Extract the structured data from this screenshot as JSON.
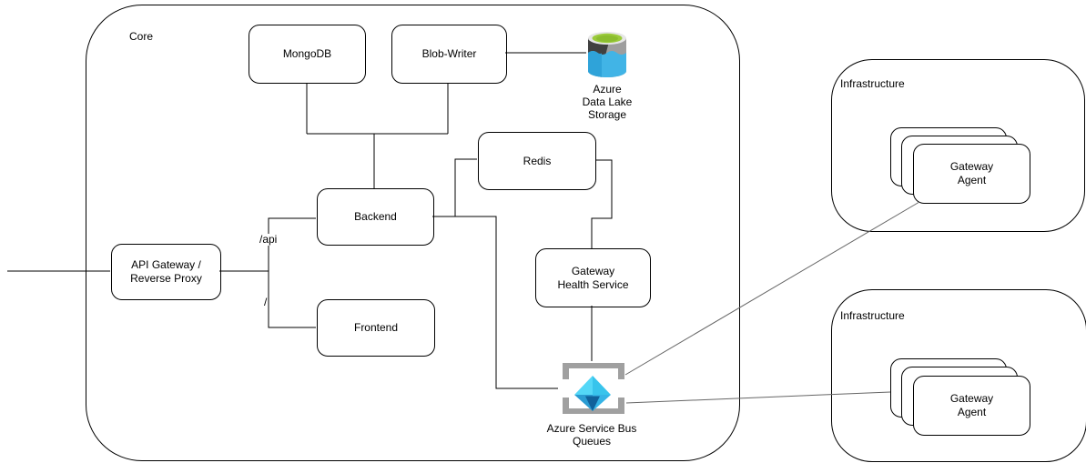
{
  "diagram": {
    "core": {
      "label": "Core"
    },
    "infrastructure_top": {
      "label": "Infrastructure"
    },
    "infrastructure_bottom": {
      "label": "Infrastructure"
    },
    "nodes": {
      "mongodb": {
        "label": "MongoDB"
      },
      "blob_writer": {
        "label": "Blob-Writer"
      },
      "redis": {
        "label": "Redis"
      },
      "backend": {
        "label": "Backend"
      },
      "api_gateway": {
        "label": "API Gateway /\nReverse Proxy"
      },
      "frontend": {
        "label": "Frontend"
      },
      "gateway_health_service": {
        "label": "Gateway\nHealth Service"
      },
      "gateway_agent_top": {
        "label": "Gateway\nAgent"
      },
      "gateway_agent_bottom": {
        "label": "Gateway\nAgent"
      }
    },
    "icons": {
      "azure_data_lake_storage": {
        "label": "Azure\nData Lake\nStorage"
      },
      "azure_service_bus_queues": {
        "label": "Azure Service Bus\nQueues"
      }
    },
    "edge_labels": {
      "api_route": "/api",
      "root_route": "/"
    },
    "colors": {
      "line": "#000000",
      "agent_link_line": "#666666",
      "datalake_rim": "#E6E6E6",
      "datalake_green": "#9BCB3B",
      "datalake_green_dark": "#8BBD2F",
      "datalake_gray_dark": "#404040",
      "datalake_gray_light": "#9E9E9E",
      "datalake_blue": "#41B4E6",
      "datalake_blue_dark": "#2FA3D9",
      "servicebus_frame": "#A0A0A0",
      "servicebus_cyan_light": "#54D7F7",
      "servicebus_cyan": "#38C4EC",
      "servicebus_blue": "#2B9CD2",
      "servicebus_blue_bright": "#35B4E6",
      "servicebus_blue_dark": "#10619B"
    }
  }
}
